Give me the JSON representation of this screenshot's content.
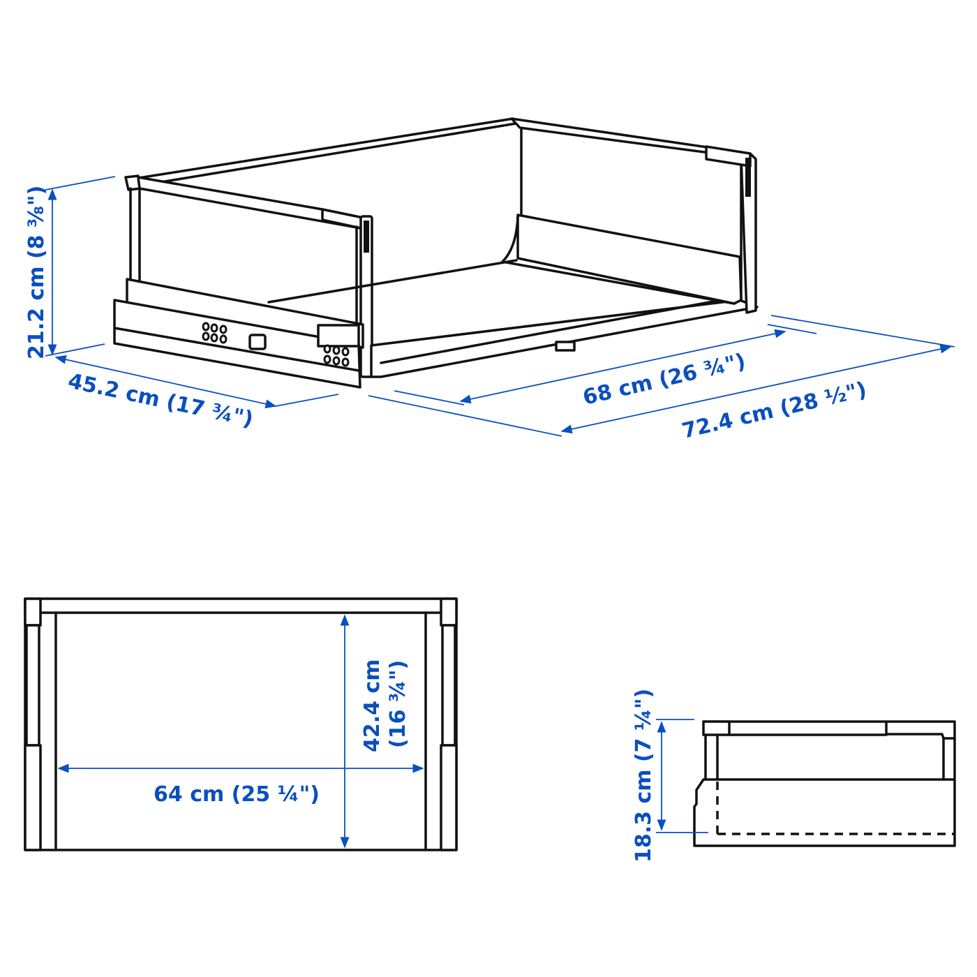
{
  "diagram": {
    "type": "product-dimension-drawing",
    "subject": "drawing (drawer) with low front",
    "colors": {
      "dimension": "#0a4fbf",
      "outline": "#111111",
      "background": "#ffffff"
    }
  },
  "views": {
    "perspective": {
      "dimensions": {
        "height": "21.2 cm (8 ⅜\")",
        "width": "45.2 cm (17 ¾\")",
        "inner_depth": "68 cm (26 ¾\")",
        "outer_depth": "72.4 cm (28 ½\")"
      }
    },
    "top": {
      "dimensions": {
        "inner_width": "64 cm (25 ¼\")",
        "inner_depth_cm": "42.4 cm",
        "inner_depth_in": "(16 ¾\")"
      }
    },
    "side": {
      "dimensions": {
        "inner_height": "18.3 cm (7 ¼\")"
      }
    }
  }
}
